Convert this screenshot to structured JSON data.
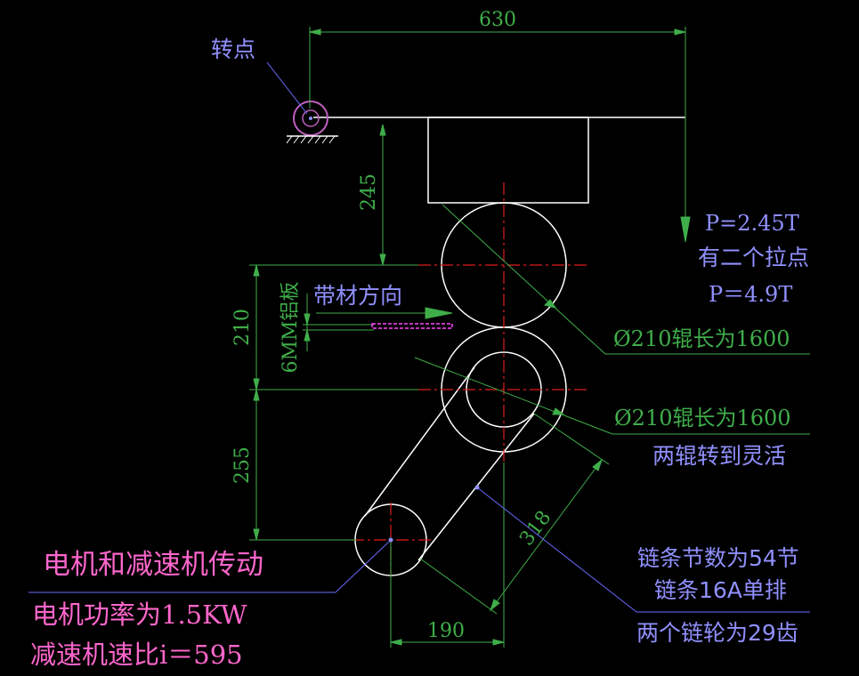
{
  "drawing": {
    "dimensions": {
      "top_width": "630",
      "height_upper": "245",
      "height_roll_gap": "210",
      "height_lower": "255",
      "bottom_width": "190",
      "diagonal": "318"
    },
    "labels": {
      "pivot": "转点",
      "force_1": "P=2.45T",
      "pull_points": "有二个拉点",
      "force_2": "P＝4.9T",
      "strip_direction": "带材方向",
      "plate": "6MM铝板",
      "roll_upper": "Ø210辊长为1600",
      "roll_lower": "Ø210辊长为1600",
      "rolls_rotate": "两辊转到灵活",
      "motor_drive": "电机和减速机传动",
      "motor_power": "电机功率为1.5KW",
      "reducer_ratio": "减速机速比i＝595",
      "chain_links": "链条节数为54节",
      "chain_type": "链条16A单排",
      "sprockets": "两个链轮为29齿"
    },
    "colors": {
      "background": "#000000",
      "outline": "#ffffff",
      "dimension": "#3fae4a",
      "centerline": "#e01e1e",
      "note_blue": "#8c8cff",
      "note_pink": "#ff66cc",
      "pivot": "#c060c0",
      "arrow_green": "#3fae4a"
    }
  }
}
